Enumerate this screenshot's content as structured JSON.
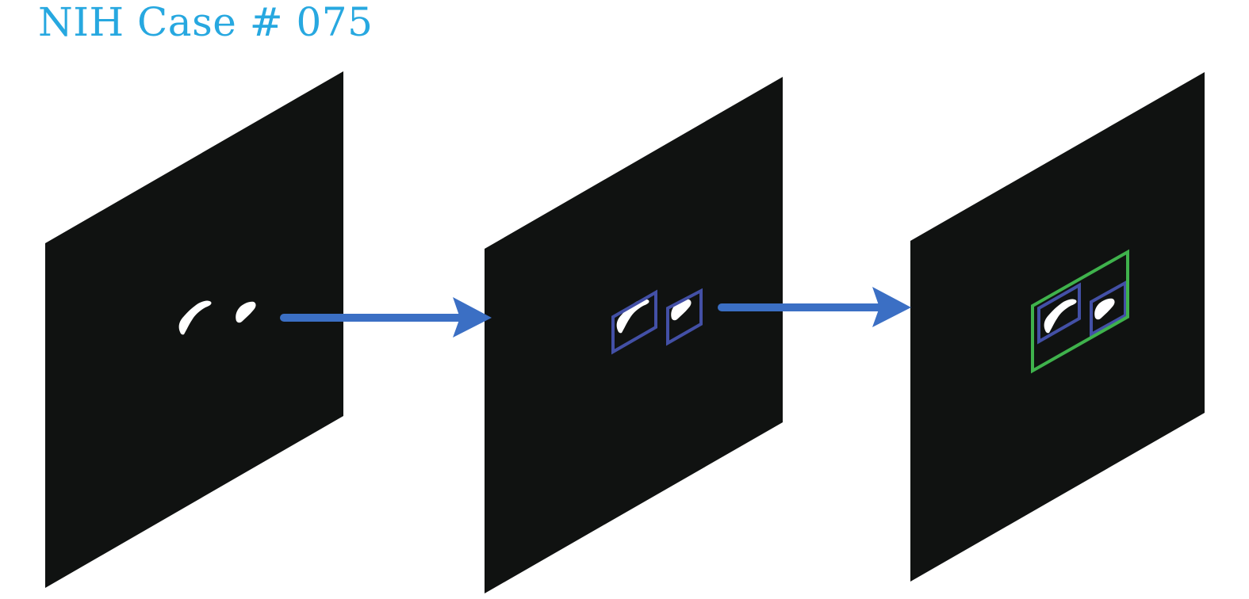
{
  "title": "NIH Case # 075",
  "colors": {
    "title": "#27a8e0",
    "slice": "#101211",
    "mask": "#ffffff",
    "arrow": "#3b6fc4",
    "organ_box": "#4350a6",
    "union_box": "#3fb24c",
    "background": "#ffffff"
  },
  "stages": [
    {
      "name": "segmentation-mask",
      "boxes": []
    },
    {
      "name": "per-organ-bounding-boxes",
      "boxes": [
        "organ",
        "organ"
      ]
    },
    {
      "name": "merged-bounding-box",
      "boxes": [
        "organ",
        "organ",
        "union"
      ]
    }
  ]
}
